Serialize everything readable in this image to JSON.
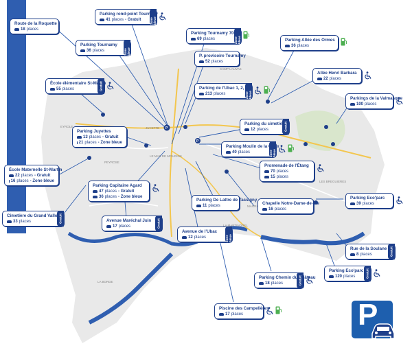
{
  "cards": [
    {
      "id": "roquette",
      "title": "Route de la Roquette",
      "lines": [
        {
          "count": "18",
          "unit": "places",
          "extra": ""
        }
      ],
      "tab": "",
      "acc": false,
      "ev": false
    },
    {
      "id": "rond-point",
      "title": "Parking rond-point Tournany",
      "lines": [
        {
          "count": "41",
          "unit": "places",
          "extra": " - Gratuit"
        }
      ],
      "tab": "Zone bleue",
      "acc": true,
      "ev": false
    },
    {
      "id": "tournamy",
      "title": "Parking Tournamy",
      "lines": [
        {
          "count": "36",
          "unit": "places",
          "extra": ""
        }
      ],
      "tab": "Zone bleue",
      "acc": false,
      "ev": false
    },
    {
      "id": "tournamy700",
      "title": "Parking Tournamy 700",
      "lines": [
        {
          "count": "69",
          "unit": "places",
          "extra": ""
        }
      ],
      "tab": "Zone bleue",
      "acc": false,
      "ev": true
    },
    {
      "id": "provisoire",
      "title": "P. provisoire Tournamy",
      "lines": [
        {
          "count": "52",
          "unit": "places",
          "extra": ""
        }
      ],
      "tab": "",
      "acc": false,
      "ev": false
    },
    {
      "id": "allee-ormes",
      "title": "Parking Allée des Ormes",
      "lines": [
        {
          "count": "36",
          "unit": "places",
          "extra": ""
        }
      ],
      "tab": "",
      "acc": false,
      "ev": true
    },
    {
      "id": "allee-barbara",
      "title": "Allée Henri Barbara",
      "lines": [
        {
          "count": "22",
          "unit": "places",
          "extra": ""
        }
      ],
      "tab": "",
      "acc": true,
      "ev": false
    },
    {
      "id": "ecole-st-martin",
      "title": "École élémentaire St-Martin",
      "lines": [
        {
          "count": "55",
          "unit": "places",
          "extra": ""
        }
      ],
      "tab": "Gratuit",
      "acc": true,
      "ev": false
    },
    {
      "id": "ubac",
      "title": "Parking de l'Ubac 1, 2, 3",
      "lines": [
        {
          "count": "213",
          "unit": "places",
          "extra": ""
        }
      ],
      "tab": "Zone bleue",
      "acc": true,
      "ev": true
    },
    {
      "id": "valmasque",
      "title": "Parkings de la Valmasque",
      "lines": [
        {
          "count": "100",
          "unit": "places",
          "extra": ""
        }
      ],
      "tab": "",
      "acc": true,
      "ev": false
    },
    {
      "id": "cimetiere",
      "title": "Parking du cimetière",
      "lines": [
        {
          "count": "12",
          "unit": "places",
          "extra": ""
        }
      ],
      "tab": "Gratuit",
      "acc": false,
      "ev": false
    },
    {
      "id": "juyettes",
      "title": "Parking Juyettes",
      "lines": [
        {
          "count": "13",
          "unit": "places",
          "extra": " - Gratuit"
        },
        {
          "count": "21",
          "unit": "places",
          "extra": " - Zone bleue"
        }
      ],
      "tab": "",
      "acc": false,
      "ev": false
    },
    {
      "id": "moulin",
      "title": "Parking Moulin de la Croix",
      "lines": [
        {
          "count": "40",
          "unit": "places",
          "extra": ""
        }
      ],
      "tab": "Zone bleue",
      "acc": true,
      "ev": true
    },
    {
      "id": "ecole-maternelle",
      "title": "École Maternelle St-Martin",
      "lines": [
        {
          "count": "22",
          "unit": "places",
          "extra": " - Gratuit"
        },
        {
          "count": "16",
          "unit": "places",
          "extra": " - Zone bleue"
        }
      ],
      "tab": "",
      "acc": false,
      "ev": false
    },
    {
      "id": "etang",
      "title": "Promenade de l'Étang",
      "lines": [
        {
          "count": "70",
          "unit": "places",
          "extra": ""
        },
        {
          "count": "15",
          "unit": "places",
          "extra": ""
        }
      ],
      "tab": "",
      "acc": true,
      "ev": false
    },
    {
      "id": "capitaine",
      "title": "Parking Capitaine Agard",
      "lines": [
        {
          "count": "47",
          "unit": "places",
          "extra": " - Gratuit"
        },
        {
          "count": "36",
          "unit": "places",
          "extra": " - Zone bleue"
        }
      ],
      "tab": "",
      "acc": true,
      "ev": false
    },
    {
      "id": "tassigny",
      "title": "Parking De Lattre de Tassigny",
      "lines": [
        {
          "count": "11",
          "unit": "places",
          "extra": ""
        }
      ],
      "tab": "",
      "acc": false,
      "ev": false
    },
    {
      "id": "chapelle",
      "title": "Chapelle Notre-Dame-de-Vie",
      "lines": [
        {
          "count": "16",
          "unit": "places",
          "extra": ""
        }
      ],
      "tab": "",
      "acc": false,
      "ev": false
    },
    {
      "id": "ecoparc1",
      "title": "Parking Eco'parc",
      "lines": [
        {
          "count": "39",
          "unit": "places",
          "extra": ""
        }
      ],
      "tab": "",
      "acc": true,
      "ev": false
    },
    {
      "id": "grand-vallon",
      "title": "Cimetière du Grand Vallon",
      "lines": [
        {
          "count": "33",
          "unit": "places",
          "extra": ""
        }
      ],
      "tab": "Gratuit",
      "acc": false,
      "ev": false
    },
    {
      "id": "juin",
      "title": "Avenue Maréchal Juin",
      "lines": [
        {
          "count": "17",
          "unit": "places",
          "extra": ""
        }
      ],
      "tab": "Gratuit",
      "acc": false,
      "ev": false
    },
    {
      "id": "av-ubac",
      "title": "Avenue de l'Ubac",
      "lines": [
        {
          "count": "12",
          "unit": "places",
          "extra": ""
        }
      ],
      "tab": "Zone bleue",
      "acc": false,
      "ev": false
    },
    {
      "id": "soulane",
      "title": "Rue de la Soulane",
      "lines": [
        {
          "count": "8",
          "unit": "places",
          "extra": ""
        }
      ],
      "tab": "Gratuit",
      "acc": false,
      "ev": false
    },
    {
      "id": "chemin-chateau",
      "title": "Parking Chemin du Château",
      "lines": [
        {
          "count": "18",
          "unit": "places",
          "extra": ""
        }
      ],
      "tab": "Gratuit",
      "acc": true,
      "ev": false
    },
    {
      "id": "ecoparc2",
      "title": "Parking Eco'parc",
      "lines": [
        {
          "count": "120",
          "unit": "places",
          "extra": ""
        }
      ],
      "tab": "Gratuit",
      "acc": true,
      "ev": false
    },
    {
      "id": "campelieres",
      "title": "Piscine des Campelières",
      "lines": [
        {
          "count": "17",
          "unit": "places",
          "extra": ""
        }
      ],
      "tab": "",
      "acc": true,
      "ev": true
    }
  ],
  "map_labels": [
    "JUYETTE",
    "CAMP LAUVAS",
    "EYROLE",
    "PEYROSE",
    "LE MAS DE MOUGINS",
    "LES BREGUIERES",
    "LA MARTINOREL",
    "LA BORDE",
    "MAGRANIER"
  ],
  "big_icon": {
    "letter": "P"
  },
  "colors": {
    "brand": "#1e3f8a",
    "accent": "#1e5fae",
    "ev": "#4caf50",
    "water": "#2f5eb0"
  }
}
